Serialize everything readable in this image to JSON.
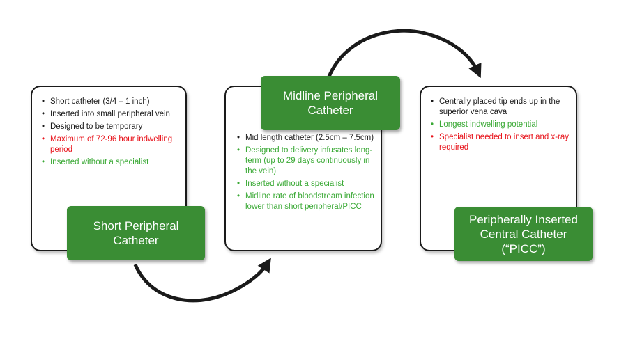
{
  "stages": [
    {
      "title_line1": "Short Peripheral",
      "title_line2": "Catheter",
      "bullets": [
        {
          "text": "Short catheter (3/4 – 1 inch)",
          "color": "black"
        },
        {
          "text": "Inserted into small peripheral vein",
          "color": "black"
        },
        {
          "text": "Designed to be temporary",
          "color": "black"
        },
        {
          "text": "Maximum of 72-96 hour indwelling period",
          "color": "red"
        },
        {
          "text": "Inserted without a specialist",
          "color": "green"
        }
      ]
    },
    {
      "title_line1": "Midline Peripheral",
      "title_line2": "Catheter",
      "bullets": [
        {
          "text": "Mid length catheter (2.5cm – 7.5cm)",
          "color": "black"
        },
        {
          "text": "Designed to delivery infusates long-term (up to 29 days continuously in the vein)",
          "color": "green"
        },
        {
          "text": "Inserted without a specialist",
          "color": "green"
        },
        {
          "text": "Midline rate of bloodstream infection lower than short peripheral/PICC",
          "color": "green"
        }
      ]
    },
    {
      "title_line1": "Peripherally Inserted",
      "title_line2": "Central Catheter",
      "title_line3": "(“PICC”)",
      "bullets": [
        {
          "text": "Centrally placed tip ends up in the superior vena cava",
          "color": "black"
        },
        {
          "text": "Longest indwelling potential",
          "color": "green"
        },
        {
          "text": "Specialist needed to insert and x-ray required",
          "color": "red"
        }
      ]
    }
  ],
  "colors": {
    "label_green": "#3a8d34",
    "text_red": "#e8131b",
    "text_green": "#3aa935",
    "text_black": "#1a1a1a"
  }
}
